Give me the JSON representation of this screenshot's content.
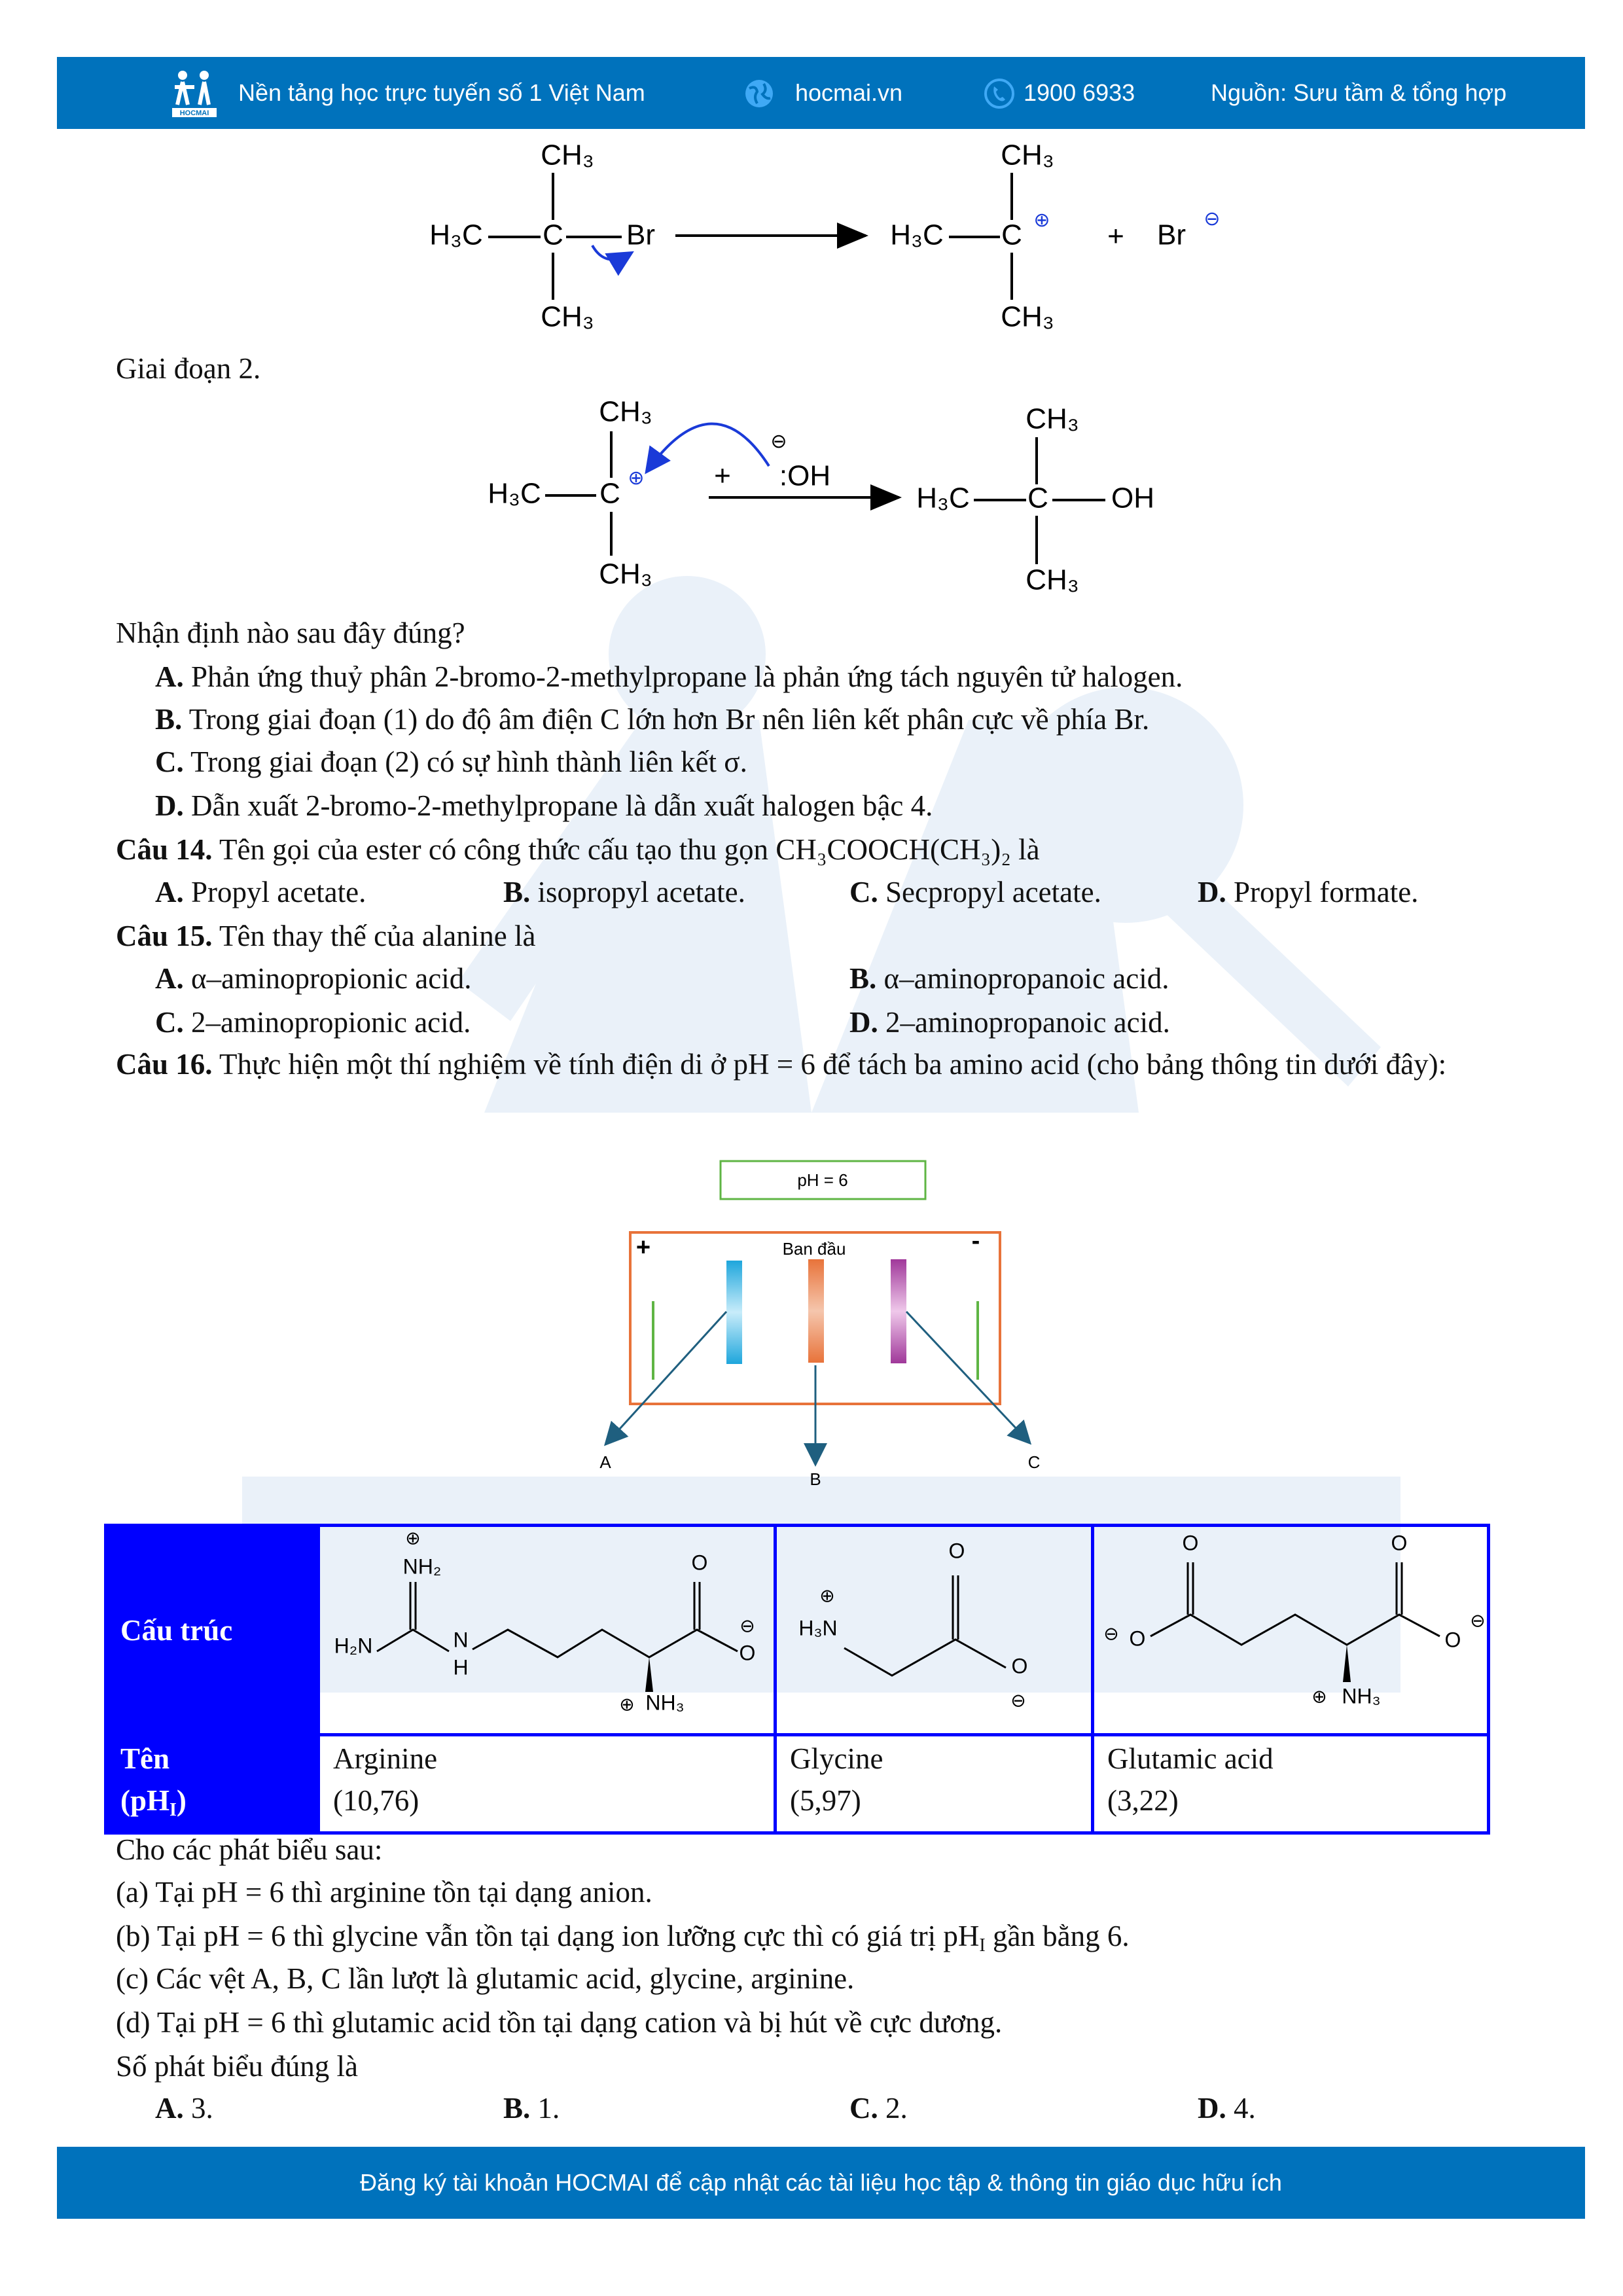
{
  "header": {
    "tagline": "Nền tảng học trực tuyến số 1 Việt Nam",
    "logo_text": "HOCMAI",
    "website": "hocmai.vn",
    "phone": "1900 6933",
    "source": "Nguồn: Sưu tầm & tổng hợp",
    "brand_color": "#0072bc"
  },
  "reaction1": {
    "ch3_top": "CH₃",
    "h3c": "H₃C",
    "c": "C",
    "br": "Br",
    "ch3_bottom": "CH₃",
    "p_ch3_top": "CH₃",
    "p_h3c": "H₃C",
    "p_c": "C",
    "p_charge": "⊕",
    "plus": "+",
    "p_br": "Br",
    "p_br_charge": "⊖",
    "p_ch3_bottom": "CH₃"
  },
  "stage2_label": "Giai đoạn 2.",
  "reaction2": {
    "ch3_top": "CH₃",
    "h3c": "H₃C",
    "c": "C",
    "charge": "⊕",
    "ch3_bottom": "CH₃",
    "plus": "+",
    "oh_charge": "⊖",
    "oh": ":OH",
    "p_ch3_top": "CH₃",
    "p_h3c": "H₃C",
    "p_c": "C",
    "p_oh": "OH",
    "p_ch3_bottom": "CH₃"
  },
  "q13": {
    "prompt": "Nhận định nào sau đây đúng?",
    "options": [
      {
        "label": "A.",
        "text": " Phản ứng thuỷ phân 2-bromo-2-methylpropane là phản ứng tách nguyên tử halogen."
      },
      {
        "label": "B.",
        "text": " Trong giai đoạn (1) do độ âm điện C lớn hơn Br nên liên kết phân cực về phía Br."
      },
      {
        "label": "C.",
        "text": " Trong giai đoạn (2) có sự hình thành liên kết σ."
      },
      {
        "label": "D.",
        "text": " Dẫn xuất 2-bromo-2-methylpropane là dẫn xuất halogen bậc 4."
      }
    ]
  },
  "q14": {
    "number": "Câu 14.",
    "text": "  Tên gọi của ester có công thức cấu tạo thu gọn CH₃COOCH(CH₃)₂ là",
    "options": [
      {
        "label": "A.",
        "text": " Propyl acetate."
      },
      {
        "label": "B.",
        "text": " isopropyl acetate."
      },
      {
        "label": "C.",
        "text": " Secpropyl acetate."
      },
      {
        "label": "D.",
        "text": " Propyl formate."
      }
    ]
  },
  "q15": {
    "number": "Câu 15.",
    "text": "  Tên thay thế của alanine là",
    "options": [
      {
        "label": "A.",
        "text": " α–aminopropionic acid."
      },
      {
        "label": "B.",
        "text": " α–aminopropanoic acid."
      },
      {
        "label": "C.",
        "text": " 2–aminopropionic acid."
      },
      {
        "label": "D.",
        "text": " 2–aminopropanoic acid."
      }
    ]
  },
  "q16": {
    "number": "Câu 16.",
    "text": "  Thực hiện một thí nghiệm về tính điện di ở pH = 6 để tách ba amino acid (cho bảng thông tin dưới đây):",
    "diagram": {
      "ph_label": "pH = 6",
      "start_label": "Ban đầu",
      "anode": "+",
      "cathode": "-",
      "spot_a": "A",
      "spot_b": "B",
      "spot_c": "C",
      "band_colors": [
        "#1ea6dc",
        "#e8733a",
        "#a0389a"
      ]
    },
    "table": {
      "row1_header": "Cấu trúc",
      "row2_header_line1": "Tên",
      "row2_header_line2": "(pH",
      "row2_header_sub": "I",
      "row2_header_end": ")",
      "amino_acids": [
        {
          "name": "Arginine",
          "pHI": "(10,76)"
        },
        {
          "name": "Glycine",
          "pHI": "(5,97)"
        },
        {
          "name": "Glutamic acid",
          "pHI": "(3,22)"
        }
      ],
      "labels": {
        "nh2": "NH₂",
        "h2n": "H₂N",
        "n": "N",
        "h": "H",
        "o": "O",
        "nh3": "NH₃",
        "h3n": "H₃N",
        "plus": "⊕",
        "minus": "⊖"
      }
    },
    "statements_intro": "Cho các phát biểu sau:",
    "statements": [
      {
        "text": "(a) Tại pH = 6 thì arginine tồn tại dạng anion."
      },
      {
        "text": "(b) Tại pH = 6 thì glycine vẫn tồn tại dạng ion lưỡng cực thì có giá trị pH",
        "sub": "I",
        "tail": " gần bằng 6."
      },
      {
        "text": "(c) Các vệt A, B, C lần lượt là glutamic acid, glycine, arginine."
      },
      {
        "text": "(d) Tại pH = 6 thì glutamic acid tồn tại dạng cation và bị hút về cực dương."
      }
    ],
    "question": "Số phát biểu đúng là",
    "options": [
      {
        "label": "A.",
        "text": " 3."
      },
      {
        "label": "B.",
        "text": " 1."
      },
      {
        "label": "C.",
        "text": " 2."
      },
      {
        "label": "D.",
        "text": " 4."
      }
    ]
  },
  "footer": {
    "text": "Đăng ký tài khoản HOCMAI để cập nhật các tài liệu học tập & thông tin giáo dục hữu ích"
  }
}
